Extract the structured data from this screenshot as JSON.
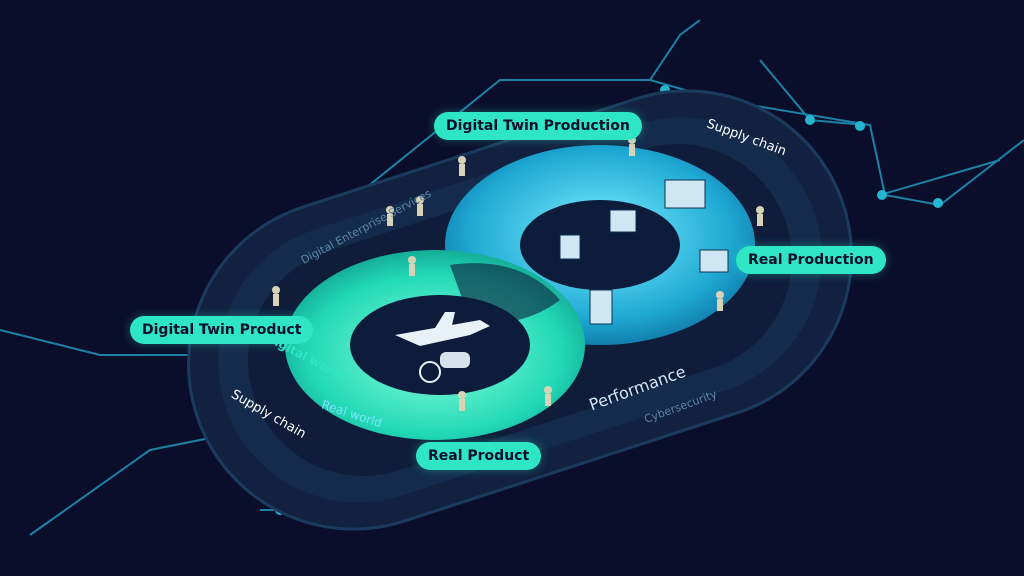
{
  "labels": {
    "digital_twin_production": "Digital Twin Production",
    "real_production": "Real Production",
    "digital_twin_product": "Digital Twin Product",
    "real_product": "Real Product"
  },
  "ring_text": {
    "supply_chain_top": "Supply chain",
    "supply_chain_bottom": "Supply chain",
    "digital_enterprise_services": "Digital Enterprise Services",
    "cybersecurity": "Cybersecurity",
    "performance": "Performance",
    "digital_world": "Digital world",
    "real_world": "Real world"
  },
  "colors": {
    "background": "#0b0e2a",
    "accent": "#2ee6c3",
    "cyan": "#1fb8d8",
    "outer_ring": "#17304e",
    "node": "#27b6cf"
  }
}
